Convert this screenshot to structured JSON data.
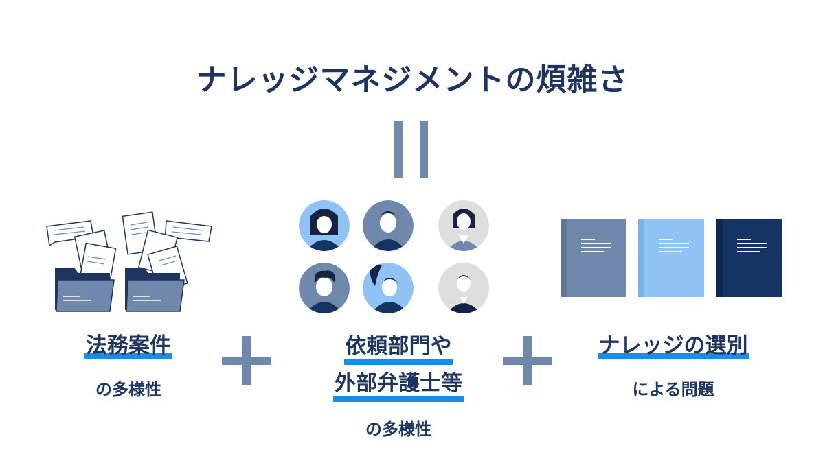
{
  "title": "ナレッジマネジメントの煩雑さ",
  "equals_symbol": "||",
  "plus_symbol": "+",
  "sections": [
    {
      "heading_lines": [
        "法務案件"
      ],
      "subtext": "の多様性",
      "icon": "legal-folders-icon"
    },
    {
      "heading_lines": [
        "依頼部門や",
        "外部弁護士等"
      ],
      "subtext": "の多様性",
      "icon": "people-avatars-icon"
    },
    {
      "heading_lines": [
        "ナレッジの選別"
      ],
      "subtext": "による問題",
      "icon": "books-icon"
    }
  ],
  "colors": {
    "navy": "#1e3560",
    "accent_blue": "#1b8ce8",
    "slate": "#7088ab",
    "light_blue": "#8fc3f5",
    "dark_navy": "#163463",
    "gray_circle": "#dedede"
  }
}
